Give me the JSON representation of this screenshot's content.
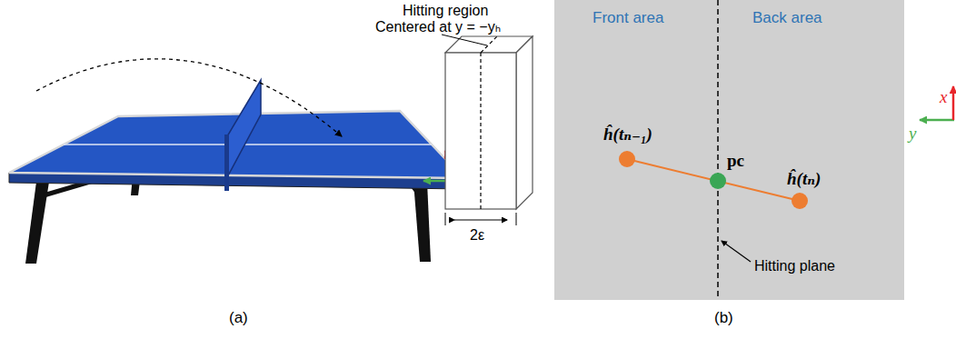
{
  "diagram": {
    "labels": [
      "Hitting region",
      "Centered at y = −yₕ",
      "2ε",
      "(a)",
      "Front area",
      "Back area",
      "ĥ(tₙ₋₁)",
      "pc",
      "ĥ(tₙ)",
      "Hitting plane",
      "y",
      "x",
      "(b)"
    ]
  }
}
